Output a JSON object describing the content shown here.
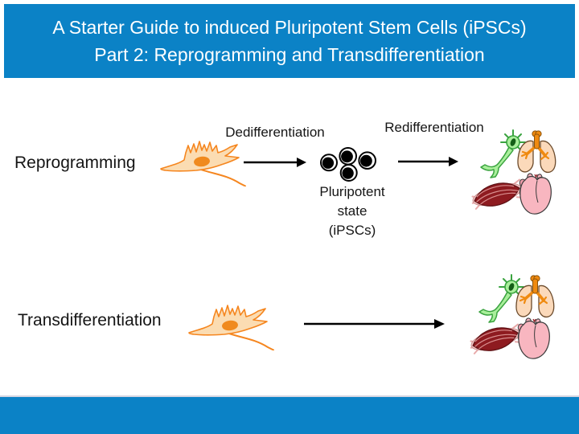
{
  "header": {
    "title_line1": "A Starter Guide to induced Pluripotent Stem Cells (iPSCs)",
    "title_line2": "Part 2: Reprogramming and Transdifferentiation"
  },
  "diagram": {
    "reprogramming": {
      "row_label": "Reprogramming",
      "step1_label": "Dedifferentiation",
      "step2_label": "Redifferentiation",
      "state_lines": [
        "Pluripotent",
        "state",
        "(iPSCs)"
      ]
    },
    "transdifferentiation": {
      "row_label": "Transdifferentiation"
    },
    "icons": {
      "fibroblast": "fibroblast-cell-icon",
      "pluripotent_cells": "pluripotent-stem-cells-icon",
      "neuron": "neuron-icon",
      "lungs": "lungs-icon",
      "muscle": "skeletal-muscle-icon",
      "heart": "heart-icon",
      "arrow": "arrow-right-icon"
    }
  },
  "colors": {
    "band_blue": "#0b82c6",
    "title_text": "#ffffff",
    "body_text": "#151515",
    "fibroblast_fill": "#fbdcb2",
    "fibroblast_outline": "#f5861f",
    "fibroblast_nucleus": "#f08a1e",
    "stem_cell_fill": "#ffffff",
    "stem_cell_outline": "#000000",
    "neuron_fill": "#a9ef9b",
    "neuron_outline": "#3aa33f",
    "neuron_nucleus": "#145f17",
    "lung_fill": "#fbd9ba",
    "lung_outline": "#6b4a2b",
    "trachea_orange": "#ef8a10",
    "muscle_red": "#8e1b20",
    "muscle_tendon": "#f3c6c6",
    "heart_pink": "#f8b6c0",
    "heart_shade": "#ef9dab",
    "arrow_black": "#000000"
  }
}
